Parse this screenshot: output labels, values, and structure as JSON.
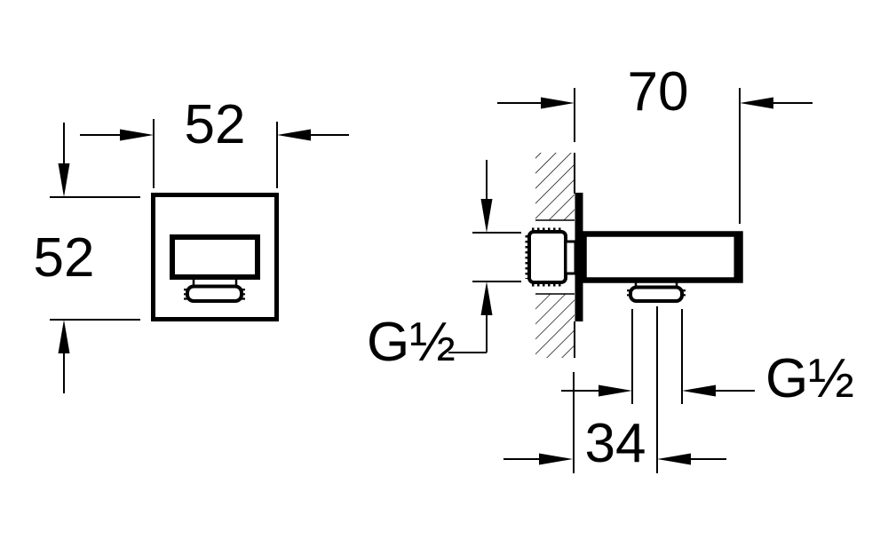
{
  "drawing": {
    "background_color": "#ffffff",
    "line_color": "#000000",
    "front_view": {
      "width_label": "52",
      "height_label": "52"
    },
    "side_view": {
      "projection_label": "70",
      "outlet_offset_label": "34",
      "inlet_thread_label": "G½",
      "outlet_thread_label": "G½"
    }
  }
}
